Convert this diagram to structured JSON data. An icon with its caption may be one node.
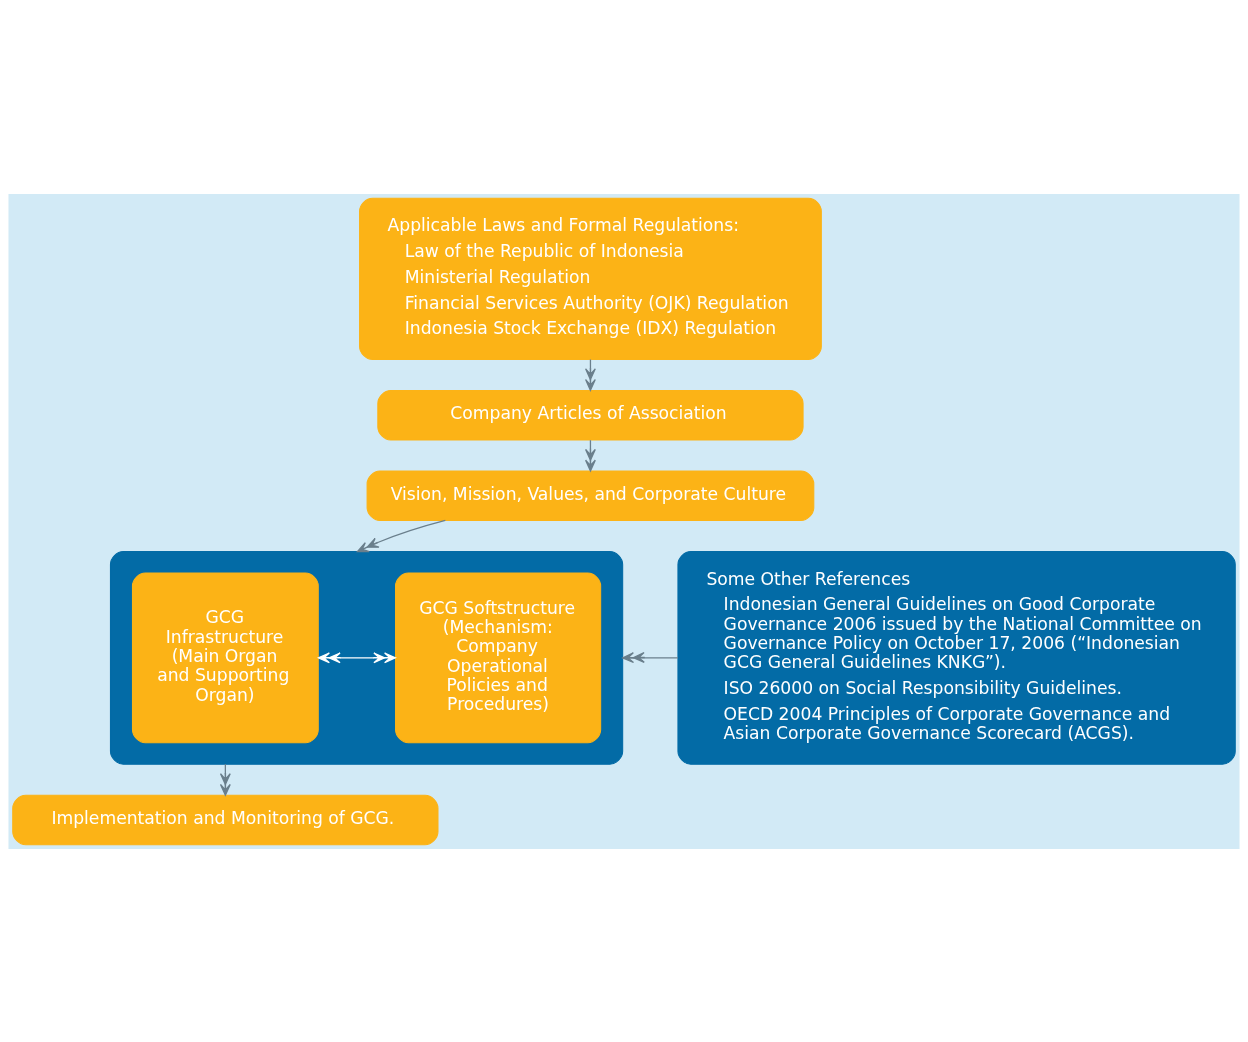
{
  "diagram": {
    "nodes": [
      {
        "text": [
          "Applicable Laws and Formal Regulations:",
          "Law of the Republic of Indonesia",
          "Ministerial Regulation",
          "Financial Services Authority (OJK) Regulation",
          "Indonesia Stock Exchange (IDX) Regulation"
        ]
      },
      {
        "text": [
          "Company Articles of Association"
        ]
      },
      {
        "text": [
          "Vision, Mission, Values, and Corporate Culture"
        ]
      },
      {
        "text": [],
        "shape": "box"
      },
      {
        "text": [
          "GCG Infrastructure (Main Organ and Supporting Organ)"
        ],
        "in": 3
      },
      {
        "text": [
          "GCG Softstructure (Mechanism: Company Operational Policies and Procedures)"
        ],
        "in": 3
      },
      {
        "text": [
          "Implementation and Monitoring of GCG."
        ]
      },
      {
        "text": [
          "Some Other References",
          "Indonesian General Guidelines on Good Corporate Governance 2006 issued by the National Committee on Governance Policy on October 17, 2006 (“Indonesian GCG General Guidelines KNKG”).",
          "ISO 26000 on Social Responsibility Guidelines.",
          "OECD 2004 Principles of Corporate Governance and Asian Corporate Governance Scorecard (ACGS)."
        ]
      }
    ],
    "edges": [
      {
        "from": 0,
        "to": 1,
        "arrow": "to"
      },
      {
        "from": 1,
        "to": 2,
        "arrow": "to"
      },
      {
        "from": 2,
        "to": 3,
        "arrow": "to"
      },
      {
        "from": 4,
        "to": 5,
        "arrow": "both",
        "color": "#ffffff"
      },
      {
        "from": 7,
        "to": 3,
        "arrow": "to"
      },
      {
        "from": 3,
        "to": 6,
        "arrow": "to"
      }
    ]
  }
}
